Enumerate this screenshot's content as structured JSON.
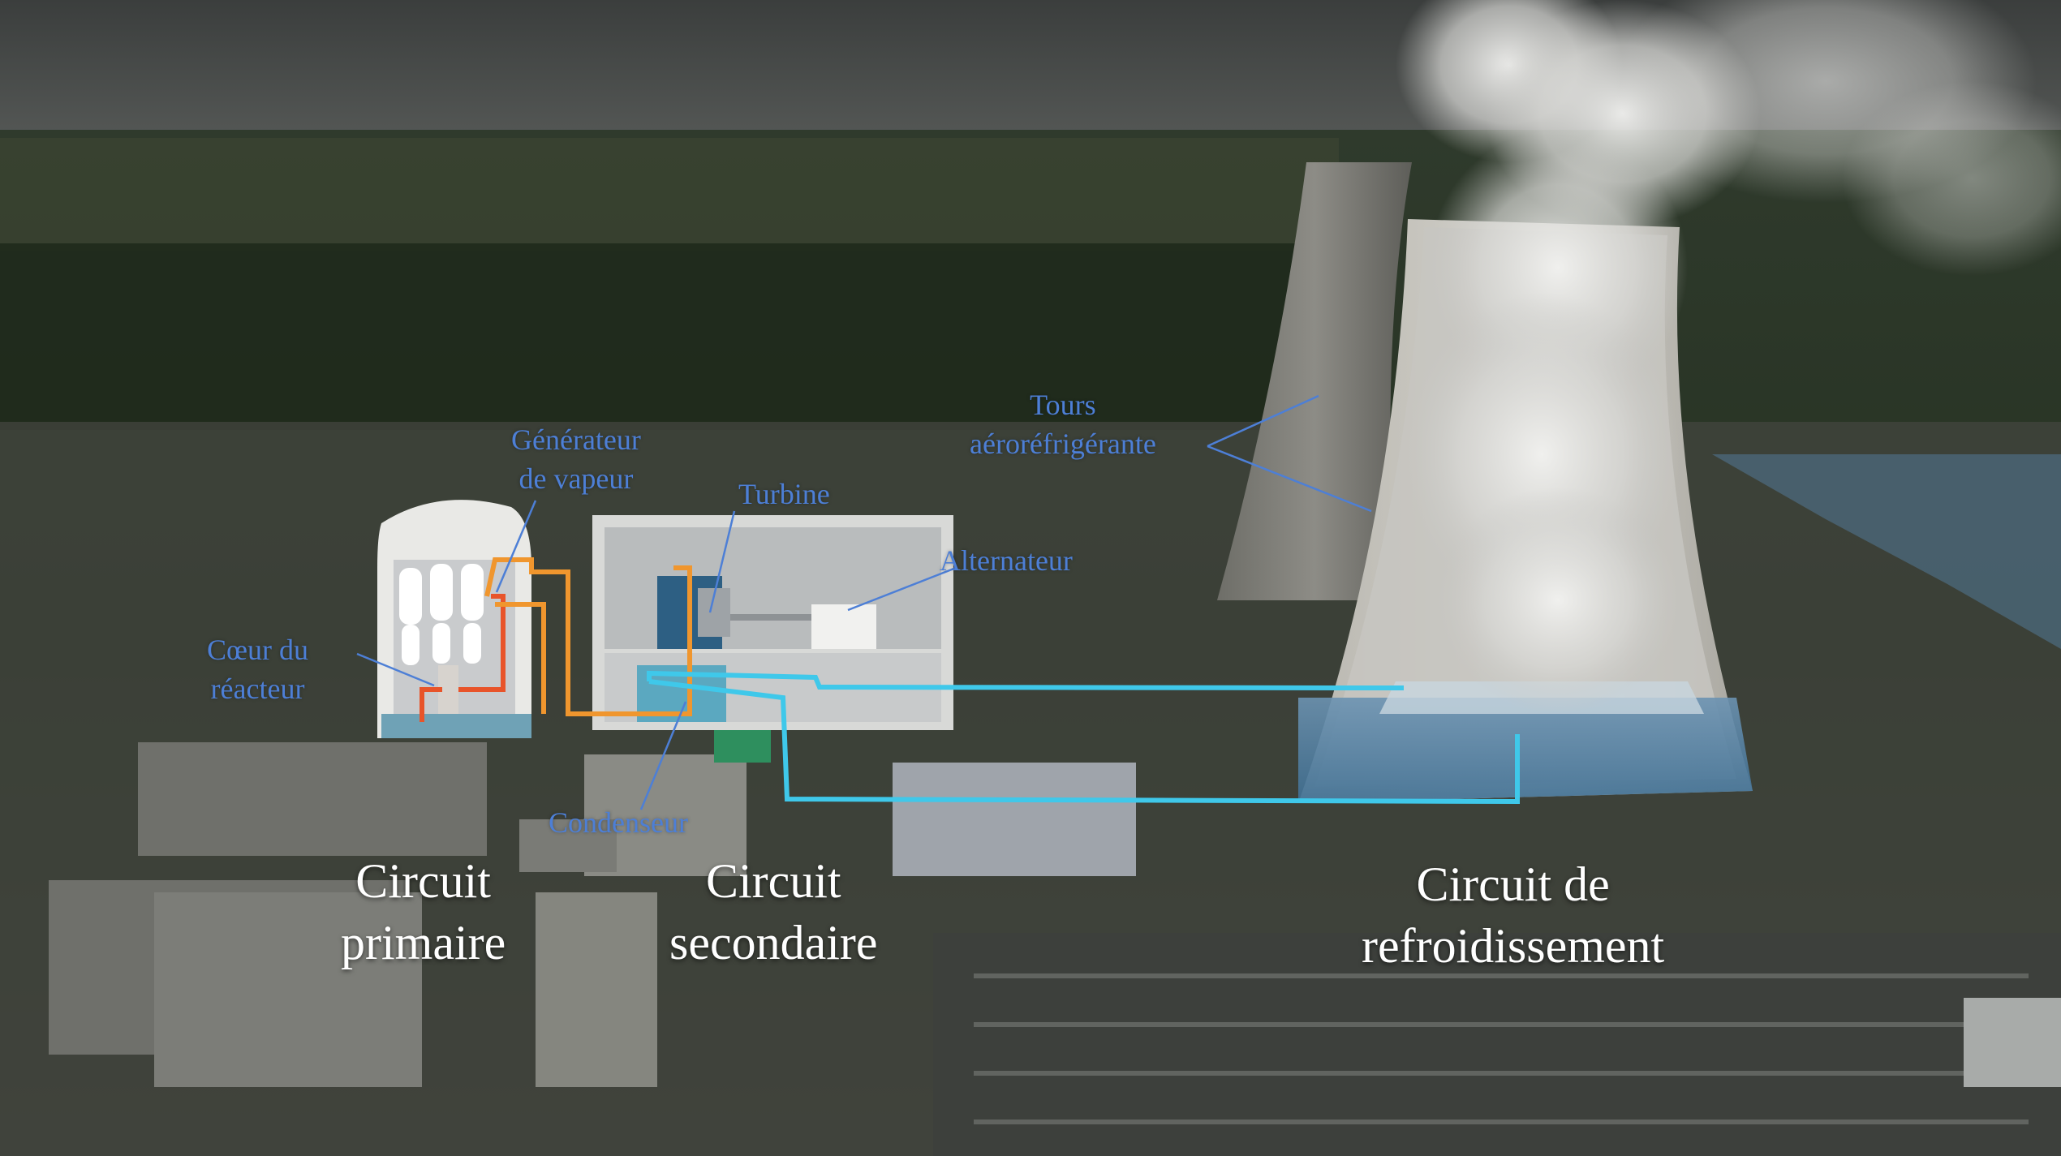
{
  "labels": {
    "generateur_line1": "Générateur",
    "generateur_line2": "de vapeur",
    "turbine": "Turbine",
    "alternateur": "Alternateur",
    "coeur_line1": "Cœur du",
    "coeur_line2": "réacteur",
    "condenseur": "Condenseur",
    "tours_line1": "Tours",
    "tours_line2": "aéroréfrigérante"
  },
  "circuits": {
    "primaire_line1": "Circuit",
    "primaire_line2": "primaire",
    "secondaire_line1": "Circuit",
    "secondaire_line2": "secondaire",
    "refroidissement_line1": "Circuit de",
    "refroidissement_line2": "refroidissement"
  },
  "colors": {
    "primary_loop": "#e8542a",
    "secondary_loop": "#f0962e",
    "cooling_loop": "#3fc8ea",
    "label_blue": "#4d7fd6",
    "circuit_text": "#ffffff"
  }
}
